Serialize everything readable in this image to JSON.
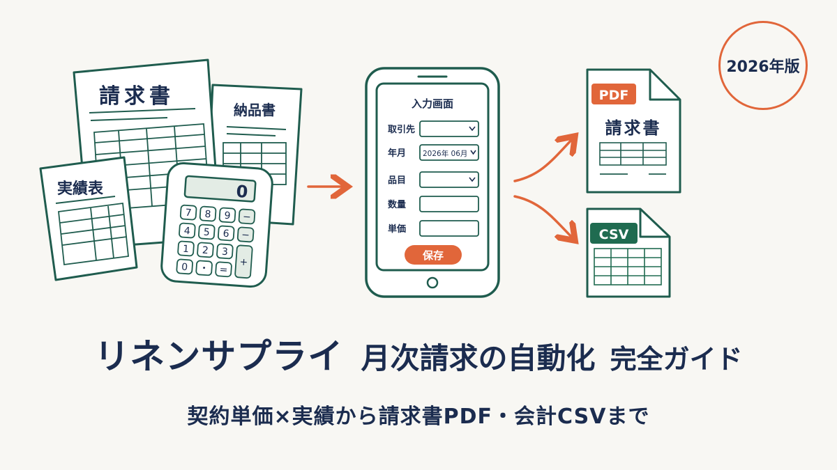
{
  "badge": {
    "text": "2026年版"
  },
  "documents": {
    "invoice_title": "請求書",
    "delivery_title": "納品書",
    "results_title": "実績表"
  },
  "calculator": {
    "display": "0",
    "keys": [
      "7",
      "8",
      "9",
      "−",
      "4",
      "5",
      "6",
      "−",
      "1",
      "2",
      "3",
      "+",
      "0",
      "・",
      "="
    ]
  },
  "phone": {
    "screen_title": "入力画面",
    "fields": [
      {
        "label": "取引先",
        "value": "",
        "type": "select"
      },
      {
        "label": "年月",
        "value": "2026年 06月",
        "type": "select"
      },
      {
        "label": "品目",
        "value": "",
        "type": "select"
      },
      {
        "label": "数量",
        "value": "",
        "type": "input"
      },
      {
        "label": "単価",
        "value": "",
        "type": "input"
      }
    ],
    "save_label": "保存"
  },
  "outputs": {
    "pdf_badge": "PDF",
    "pdf_title": "請求書",
    "csv_badge": "CSV"
  },
  "headline": {
    "part1": "リネンサプライ",
    "part2": "月次請求",
    "part3": "の自動化",
    "part4": "完全ガイド"
  },
  "subtitle": "契約単価×実績から請求書PDF・会計CSVまで",
  "colors": {
    "ink_green": "#1f5c4e",
    "navy": "#1b2c4f",
    "orange": "#e1663a",
    "csv_green": "#1f6b50",
    "calc_fill": "#e3ece5"
  }
}
